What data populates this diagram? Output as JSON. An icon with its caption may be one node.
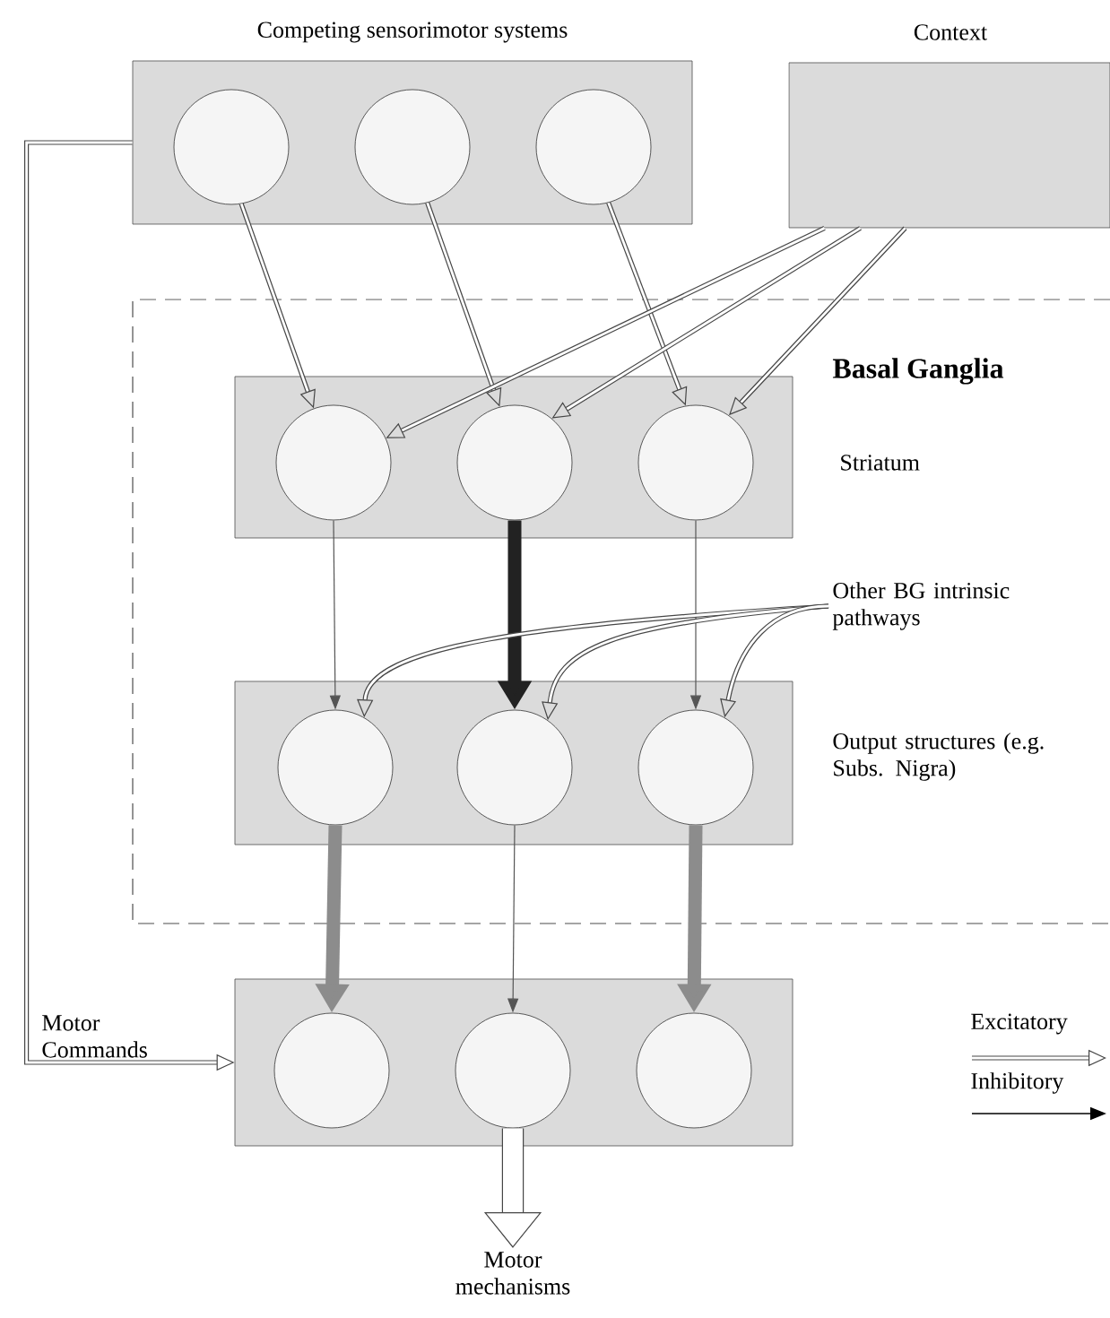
{
  "diagram": {
    "nodes": [
      {
        "text": [
          "Competing sensorimotor systems"
        ]
      },
      {
        "text": [],
        "shape": "circle",
        "in": 0
      },
      {
        "text": [],
        "shape": "circle",
        "in": 0
      },
      {
        "text": [],
        "shape": "circle",
        "in": 0
      },
      {
        "text": [
          "Context"
        ]
      },
      {
        "text": [
          "Basal Ganglia"
        ]
      },
      {
        "text": [
          "Striatum"
        ],
        "in": 5
      },
      {
        "text": [],
        "shape": "circle",
        "in": 6
      },
      {
        "text": [],
        "shape": "circle",
        "in": 6
      },
      {
        "text": [],
        "shape": "circle",
        "in": 6
      },
      {
        "text": [
          "Other BG intrinsic pathways"
        ],
        "in": 5
      },
      {
        "text": [
          "Output structures (e.g. Subs. Nigra)"
        ],
        "in": 5
      },
      {
        "text": [],
        "shape": "circle",
        "in": 11
      },
      {
        "text": [],
        "shape": "circle",
        "in": 11
      },
      {
        "text": [],
        "shape": "circle",
        "in": 11
      },
      {
        "text": [],
        "shape": "box"
      },
      {
        "text": [],
        "shape": "circle",
        "in": 15
      },
      {
        "text": [],
        "shape": "circle",
        "in": 15
      },
      {
        "text": [],
        "shape": "circle",
        "in": 15
      },
      {
        "text": [
          "Motor mechanisms"
        ]
      }
    ],
    "edges": [
      {
        "from": 1,
        "to": 7,
        "arrow": "to"
      },
      {
        "from": 2,
        "to": 8,
        "arrow": "to"
      },
      {
        "from": 3,
        "to": 9,
        "arrow": "to"
      },
      {
        "from": 4,
        "to": 7,
        "arrow": "to"
      },
      {
        "from": 4,
        "to": 8,
        "arrow": "to"
      },
      {
        "from": 4,
        "to": 9,
        "arrow": "to"
      },
      {
        "from": 7,
        "to": 12,
        "arrow": "to",
        "color": "#555555"
      },
      {
        "from": 8,
        "to": 13,
        "arrow": "to",
        "style": "thick",
        "color": "#222222"
      },
      {
        "from": 9,
        "to": 14,
        "arrow": "to",
        "color": "#555555"
      },
      {
        "from": 10,
        "to": 12,
        "arrow": "to"
      },
      {
        "from": 10,
        "to": 13,
        "arrow": "to"
      },
      {
        "from": 10,
        "to": 14,
        "arrow": "to"
      },
      {
        "from": 12,
        "to": 16,
        "arrow": "to",
        "style": "thick",
        "color": "#8c8c8c"
      },
      {
        "from": 13,
        "to": 17,
        "arrow": "to",
        "color": "#555555"
      },
      {
        "from": 14,
        "to": 18,
        "arrow": "to",
        "style": "thick",
        "color": "#8c8c8c"
      },
      {
        "from": 0,
        "to": 15,
        "arrow": "to",
        "label": "Motor Commands"
      },
      {
        "from": 17,
        "to": 19,
        "arrow": "to",
        "style": "thick"
      }
    ],
    "legend": [
      {
        "text": "Excitatory"
      },
      {
        "text": "Inhibitory"
      }
    ]
  }
}
